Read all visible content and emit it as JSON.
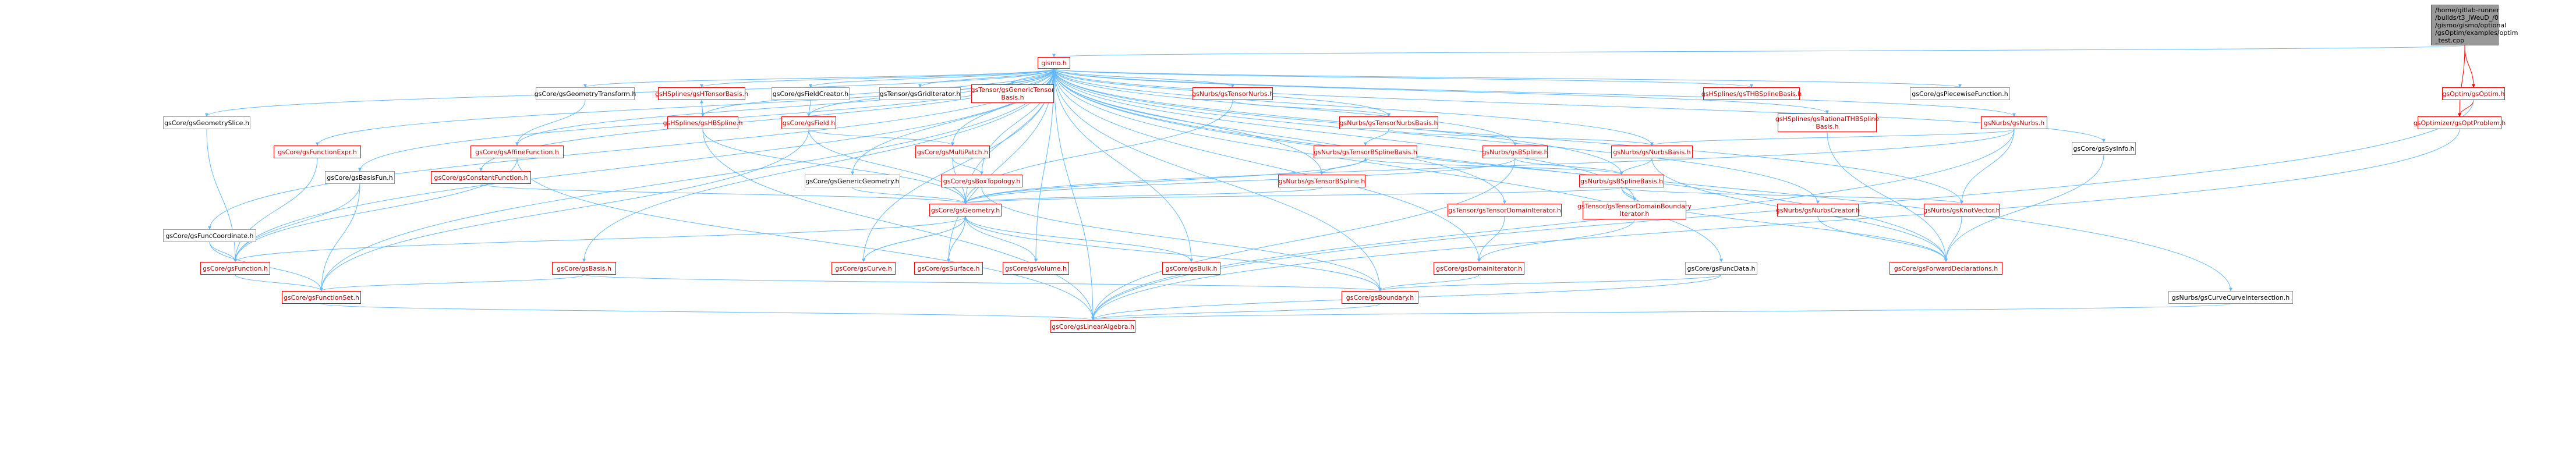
{
  "colors": {
    "edge": "#63b8ff",
    "edge_red": "#ff0000",
    "node_border": "#999999",
    "node_border_red": "#ff0000",
    "focus_fill": "#999999"
  },
  "nodes": {
    "focus": "/home/gitlab-runner\n/builds/t3_JWeuD_/0\n/gismo/gismo/optional\n/gsOptim/examples/optim\n_test.cpp",
    "gismo": "gismo.h",
    "gsoptim": "gsOptim/gsOptim.h",
    "optproblem": "gsOptimizer/gsOptProblem.h",
    "geomtransform": "gsCore/gsGeometryTransform.h",
    "thbbasis": "gsHSplines/gsHTensorBasis.h",
    "fieldcreator": "gsCore/gsFieldCreator.h",
    "griditer": "gsTensor/gsGridIterator.h",
    "generictensor": "gsTensor/gsGenericTensor\nBasis.h",
    "tensornurbs": "gsNurbs/gsTensorNurbs.h",
    "thbspline_basis": "gsHSplines/gsTHBSplineBasis.h",
    "piecewise": "gsCore/gsPiecewiseFunction.h",
    "geomslice": "gsCore/gsGeometrySlice.h",
    "funcexpr": "gsCore/gsFunctionExpr.h",
    "affinefunc": "gsCore/gsAffineFunction.h",
    "hbspline": "gsHSplines/gsHBSpline.h",
    "field": "gsCore/gsField.h",
    "tensornurbsbasis": "gsNurbs/gsTensorNurbsBasis.h",
    "rationalthb": "gsHSplines/gsRationalTHBSpline\nBasis.h",
    "nurbs": "gsNurbs/gsNurbs.h",
    "sysinfo": "gsCore/gsSysInfo.h",
    "basisfun": "gsCore/gsBasisFun.h",
    "constfunc": "gsCore/gsConstantFunction.h",
    "multipatch": "gsCore/gsMultiPatch.h",
    "tensorbsplinebasis": "gsNurbs/gsTensorBSplineBasis.h",
    "bspline": "gsNurbs/gsBSpline.h",
    "nurbsbasis": "gsNurbs/gsNurbsBasis.h",
    "genericgeom": "gsCore/gsGenericGeometry.h",
    "boxtopology": "gsCore/gsBoxTopology.h",
    "tensorbspline": "gsNurbs/gsTensorBSpline.h",
    "bsplinebasis": "gsNurbs/gsBSplineBasis.h",
    "funccoord": "gsCore/gsFuncCoordinate.h",
    "geometry": "gsCore/gsGeometry.h",
    "tensordomiter": "gsTensor/gsTensorDomainIterator.h",
    "tensordombnd": "gsTensor/gsTensorDomainBoundary\nIterator.h",
    "knotvector": "gsNurbs/gsKnotVector.h",
    "nurbscreator": "gsNurbs/gsNurbsCreator.h",
    "function": "gsCore/gsFunction.h",
    "basis": "gsCore/gsBasis.h",
    "curve": "gsCore/gsCurve.h",
    "surface": "gsCore/gsSurface.h",
    "volume": "gsCore/gsVolume.h",
    "bulk": "gsCore/gsBulk.h",
    "domainiter": "gsCore/gsDomainIterator.h",
    "funcdata": "gsCore/gsFuncData.h",
    "fwddecl": "gsCore/gsForwardDeclarations.h",
    "curvecurve": "gsNurbs/gsCurveCurveIntersection.h",
    "functionset": "gsCore/gsFunctionSet.h",
    "boundary": "gsCore/gsBoundary.h",
    "linalg": "gsCore/gsLinearAlgebra.h"
  },
  "red_nodes": [
    "gsoptim",
    "optproblem",
    "gismo",
    "thbbasis",
    "generictensor",
    "tensornurbs",
    "thbspline_basis",
    "funcexpr",
    "affinefunc",
    "hbspline",
    "field",
    "tensornurbsbasis",
    "rationalthb",
    "nurbs",
    "constfunc",
    "multipatch",
    "tensorbsplinebasis",
    "bspline",
    "nurbsbasis",
    "boxtopology",
    "tensorbspline",
    "bsplinebasis",
    "geometry",
    "tensordomiter",
    "tensordombnd",
    "knotvector",
    "nurbscreator",
    "function",
    "basis",
    "curve",
    "surface",
    "volume",
    "bulk",
    "domainiter",
    "fwddecl",
    "functionset",
    "boundary",
    "linalg"
  ],
  "edges": [
    [
      "focus",
      "gismo"
    ],
    [
      "focus",
      "gsoptim"
    ],
    [
      "focus",
      "optproblem"
    ],
    [
      "gsoptim",
      "optproblem"
    ],
    [
      "gsoptim",
      "linalg"
    ],
    [
      "optproblem",
      "linalg"
    ],
    [
      "gismo",
      "geomtransform"
    ],
    [
      "gismo",
      "thbbasis"
    ],
    [
      "gismo",
      "fieldcreator"
    ],
    [
      "gismo",
      "griditer"
    ],
    [
      "gismo",
      "generictensor"
    ],
    [
      "gismo",
      "tensornurbs"
    ],
    [
      "gismo",
      "thbspline_basis"
    ],
    [
      "gismo",
      "piecewise"
    ],
    [
      "gismo",
      "geomslice"
    ],
    [
      "gismo",
      "funcexpr"
    ],
    [
      "gismo",
      "affinefunc"
    ],
    [
      "gismo",
      "hbspline"
    ],
    [
      "gismo",
      "field"
    ],
    [
      "gismo",
      "tensornurbsbasis"
    ],
    [
      "gismo",
      "rationalthb"
    ],
    [
      "gismo",
      "nurbs"
    ],
    [
      "gismo",
      "sysinfo"
    ],
    [
      "gismo",
      "basisfun"
    ],
    [
      "gismo",
      "constfunc"
    ],
    [
      "gismo",
      "multipatch"
    ],
    [
      "gismo",
      "bspline"
    ],
    [
      "gismo",
      "nurbsbasis"
    ],
    [
      "gismo",
      "genericgeom"
    ],
    [
      "gismo",
      "boxtopology"
    ],
    [
      "gismo",
      "tensorbspline"
    ],
    [
      "gismo",
      "bsplinebasis"
    ],
    [
      "gismo",
      "funccoord"
    ],
    [
      "gismo",
      "geometry"
    ],
    [
      "gismo",
      "tensordomiter"
    ],
    [
      "gismo",
      "tensordombnd"
    ],
    [
      "gismo",
      "knotvector"
    ],
    [
      "gismo",
      "nurbscreator"
    ],
    [
      "gismo",
      "function"
    ],
    [
      "gismo",
      "basis"
    ],
    [
      "gismo",
      "curve"
    ],
    [
      "gismo",
      "surface"
    ],
    [
      "gismo",
      "volume"
    ],
    [
      "gismo",
      "bulk"
    ],
    [
      "gismo",
      "funcdata"
    ],
    [
      "gismo",
      "curvecurve"
    ],
    [
      "gismo",
      "functionset"
    ],
    [
      "gismo",
      "boundary"
    ],
    [
      "gismo",
      "linalg"
    ],
    [
      "gismo",
      "fwddecl"
    ],
    [
      "gismo",
      "domainiter"
    ],
    [
      "geomtransform",
      "affinefunc"
    ],
    [
      "thbbasis",
      "hbspline"
    ],
    [
      "hbspline",
      "thbbasis"
    ],
    [
      "hbspline",
      "geometry"
    ],
    [
      "hbspline",
      "linalg"
    ],
    [
      "fieldcreator",
      "field"
    ],
    [
      "field",
      "multipatch"
    ],
    [
      "field",
      "geometry"
    ],
    [
      "field",
      "functionset"
    ],
    [
      "tensornurbs",
      "tensornurbsbasis"
    ],
    [
      "tensornurbs",
      "geometry"
    ],
    [
      "tensornurbsbasis",
      "tensorbsplinebasis"
    ],
    [
      "tensornurbsbasis",
      "nurbsbasis"
    ],
    [
      "rationalthb",
      "fwddecl"
    ],
    [
      "nurbs",
      "nurbsbasis"
    ],
    [
      "nurbs",
      "geometry"
    ],
    [
      "nurbs",
      "knotvector"
    ],
    [
      "nurbs",
      "linalg"
    ],
    [
      "sysinfo",
      "fwddecl"
    ],
    [
      "geomslice",
      "function"
    ],
    [
      "funcexpr",
      "function"
    ],
    [
      "affinefunc",
      "function"
    ],
    [
      "affinefunc",
      "linalg"
    ],
    [
      "basisfun",
      "function"
    ],
    [
      "basisfun",
      "functionset"
    ],
    [
      "constfunc",
      "geometry"
    ],
    [
      "multipatch",
      "boxtopology"
    ],
    [
      "multipatch",
      "geometry"
    ],
    [
      "tensorbsplinebasis",
      "bsplinebasis"
    ],
    [
      "tensorbsplinebasis",
      "tensorbspline"
    ],
    [
      "tensorbsplinebasis",
      "geometry"
    ],
    [
      "tensorbspline",
      "tensorbsplinebasis"
    ],
    [
      "tensorbspline",
      "geometry"
    ],
    [
      "bspline",
      "bsplinebasis"
    ],
    [
      "bspline",
      "geometry"
    ],
    [
      "bspline",
      "linalg"
    ],
    [
      "nurbsbasis",
      "bsplinebasis"
    ],
    [
      "nurbsbasis",
      "fwddecl"
    ],
    [
      "bsplinebasis",
      "knotvector"
    ],
    [
      "bsplinebasis",
      "tensordombnd"
    ],
    [
      "bsplinebasis",
      "fwddecl"
    ],
    [
      "bsplinebasis",
      "geometry"
    ],
    [
      "genericgeom",
      "geometry"
    ],
    [
      "boxtopology",
      "boundary"
    ],
    [
      "funccoord",
      "function"
    ],
    [
      "funccoord",
      "functionset"
    ],
    [
      "geometry",
      "function"
    ],
    [
      "geometry",
      "curve"
    ],
    [
      "geometry",
      "surface"
    ],
    [
      "geometry",
      "volume"
    ],
    [
      "geometry",
      "bulk"
    ],
    [
      "geometry",
      "boundary"
    ],
    [
      "curve",
      "geometry"
    ],
    [
      "surface",
      "geometry"
    ],
    [
      "tensordomiter",
      "domainiter"
    ],
    [
      "tensordombnd",
      "domainiter"
    ],
    [
      "domainiter",
      "boundary"
    ],
    [
      "knotvector",
      "fwddecl"
    ],
    [
      "nurbscreator",
      "fwddecl"
    ],
    [
      "function",
      "functionset"
    ],
    [
      "basis",
      "functionset"
    ],
    [
      "basis",
      "boundary"
    ],
    [
      "funcdata",
      "boundary"
    ],
    [
      "funcdata",
      "linalg"
    ],
    [
      "curvecurve",
      "linalg"
    ],
    [
      "functionset",
      "linalg"
    ],
    [
      "boundary",
      "linalg"
    ]
  ]
}
